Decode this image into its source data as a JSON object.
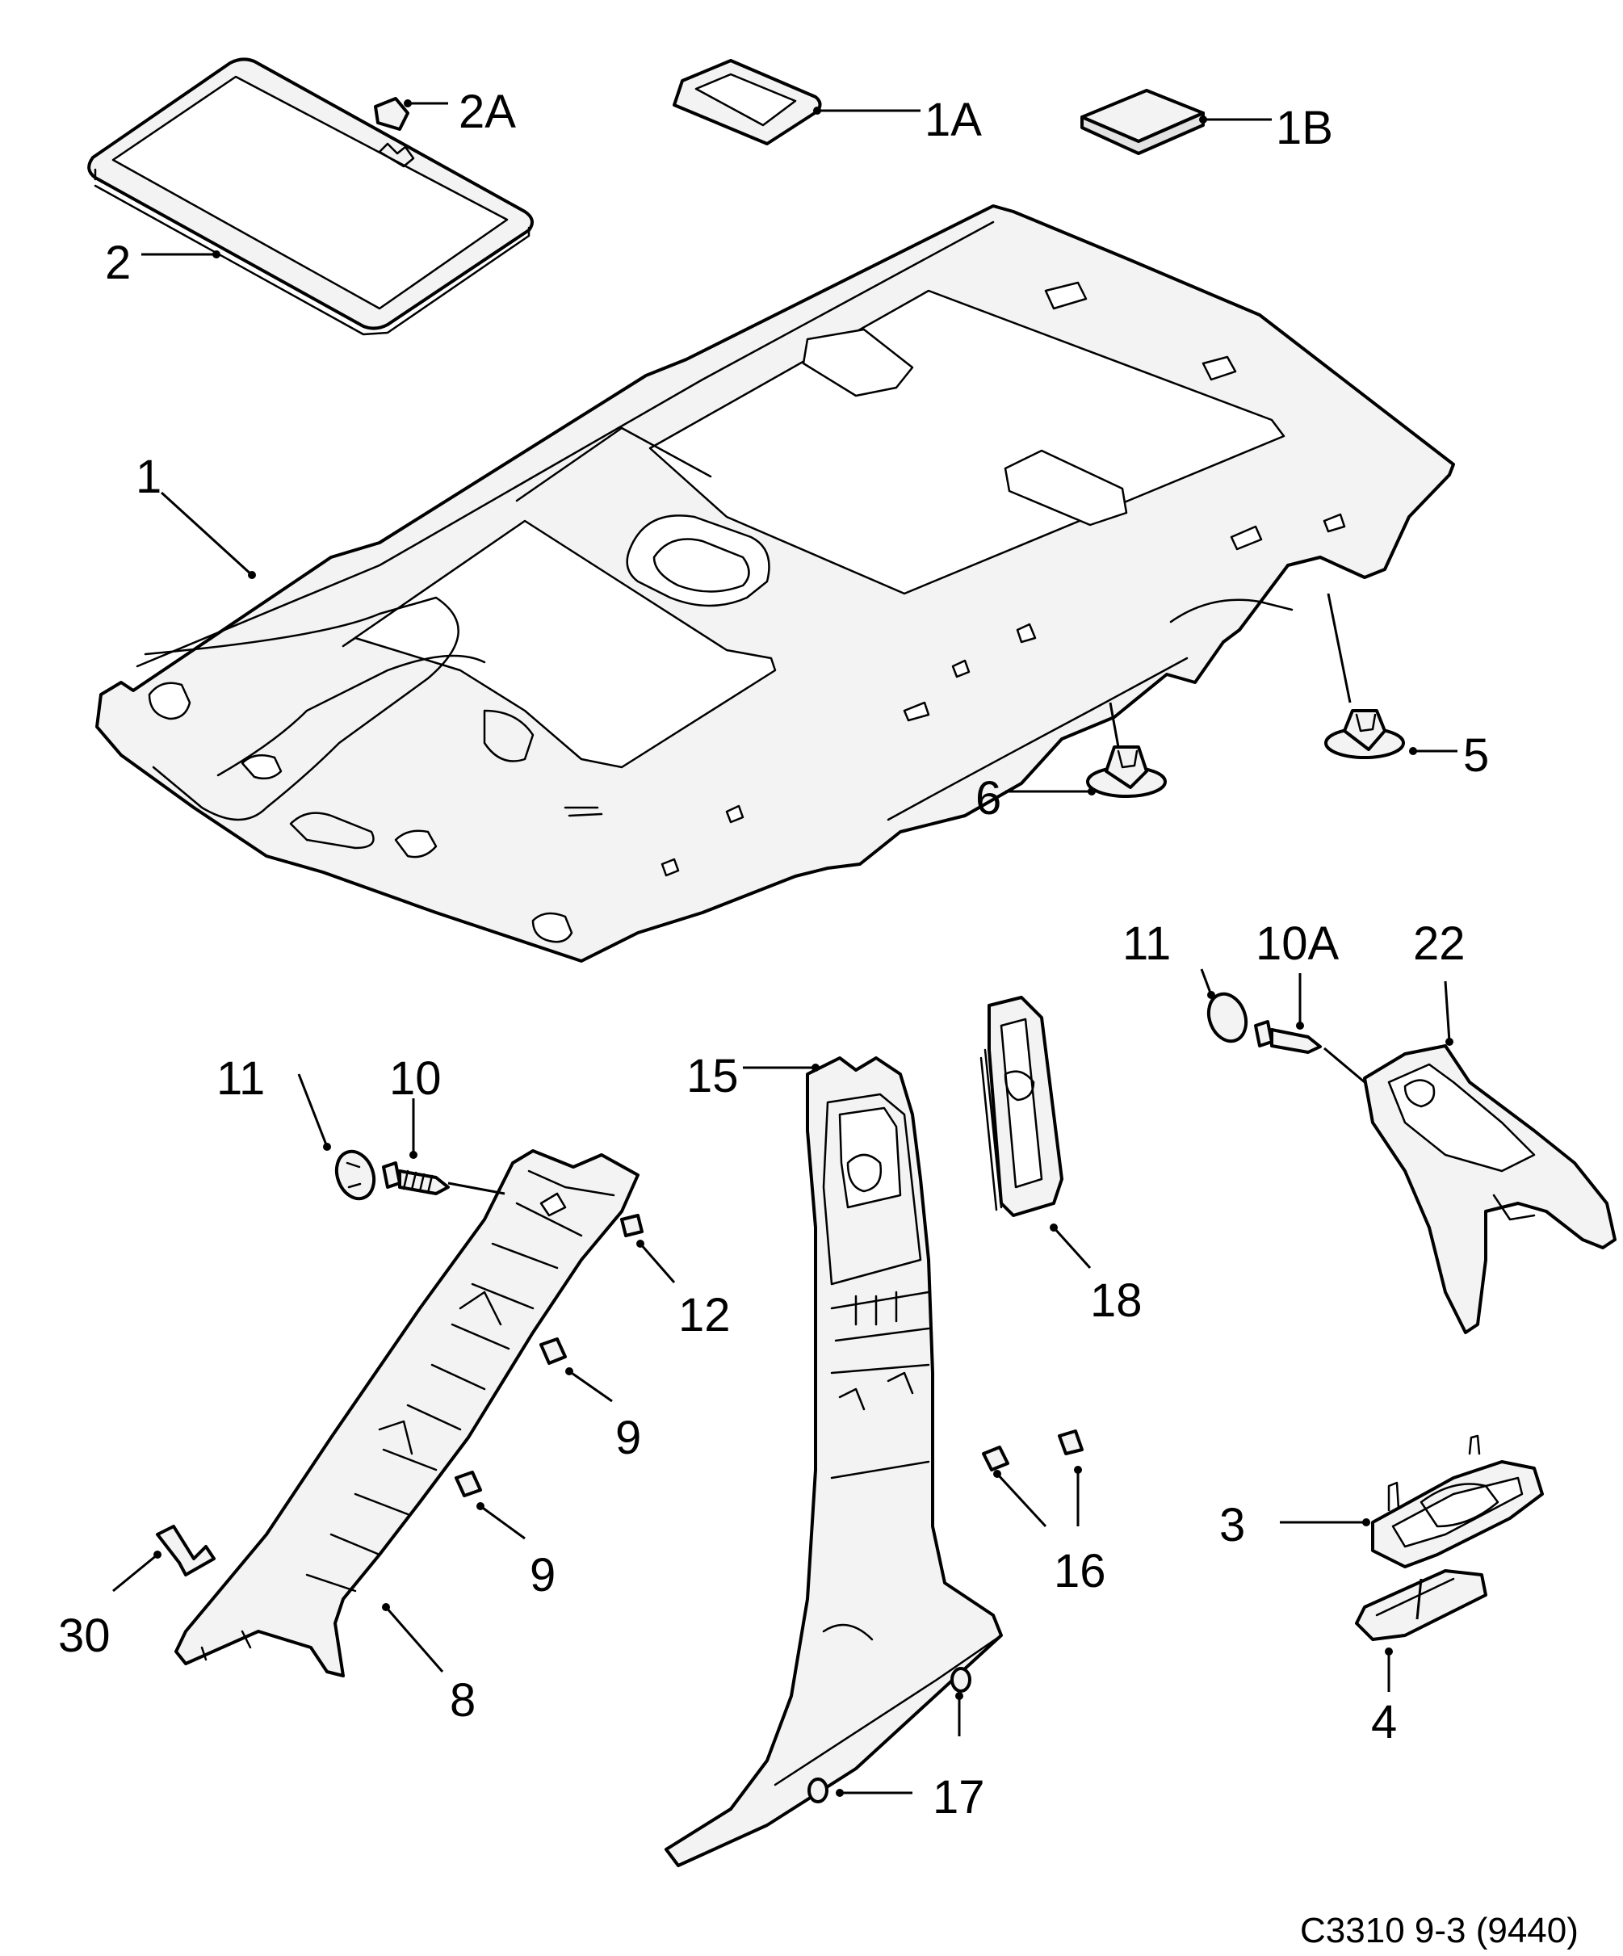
{
  "diagram": {
    "callouts": {
      "c1": "1",
      "c1A": "1A",
      "c1B": "1B",
      "c2": "2",
      "c2A": "2A",
      "c3": "3",
      "c4": "4",
      "c5": "5",
      "c6": "6",
      "c8": "8",
      "c9a": "9",
      "c9b": "9",
      "c10": "10",
      "c10A": "10A",
      "c11a": "11",
      "c11b": "11",
      "c12": "12",
      "c15": "15",
      "c16": "16",
      "c17": "17",
      "c18": "18",
      "c22": "22",
      "c30": "30"
    },
    "caption": "C3310 9-3 (9440)"
  }
}
